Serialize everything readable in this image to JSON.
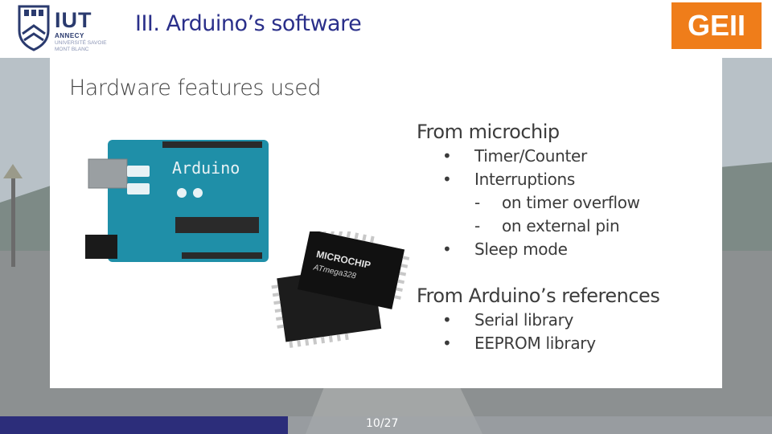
{
  "header": {
    "logo_text": "IUT",
    "logo_subtitle": "ANNECY",
    "logo_university": "UNIVERSITÉ SAVOIE MONT BLANC",
    "title": "III. Arduino’s software",
    "badge": "GEII"
  },
  "panel": {
    "heading": "Hardware features used",
    "sections": [
      {
        "title": "From microchip",
        "items": [
          {
            "bullet": "•",
            "text": "Timer/Counter"
          },
          {
            "bullet": "•",
            "text": "Interruptions"
          },
          {
            "bullet": "-",
            "text": "on timer overflow"
          },
          {
            "bullet": "-",
            "text": "on external pin"
          },
          {
            "bullet": "•",
            "text": "Sleep mode"
          }
        ]
      },
      {
        "title": "From Arduino’s references",
        "items": [
          {
            "bullet": "•",
            "text": "Serial library"
          },
          {
            "bullet": "•",
            "text": "EEPROM library"
          }
        ]
      }
    ],
    "board_label": "Arduino",
    "chip_brand": "MICROCHIP",
    "chip_part": "ATmega328"
  },
  "footer": {
    "page": "10/27"
  },
  "colors": {
    "title_blue": "#2a2f8a",
    "badge_orange": "#ef7d1a",
    "board_teal": "#1f8fa8",
    "footer_navy": "#2c2d7a"
  }
}
